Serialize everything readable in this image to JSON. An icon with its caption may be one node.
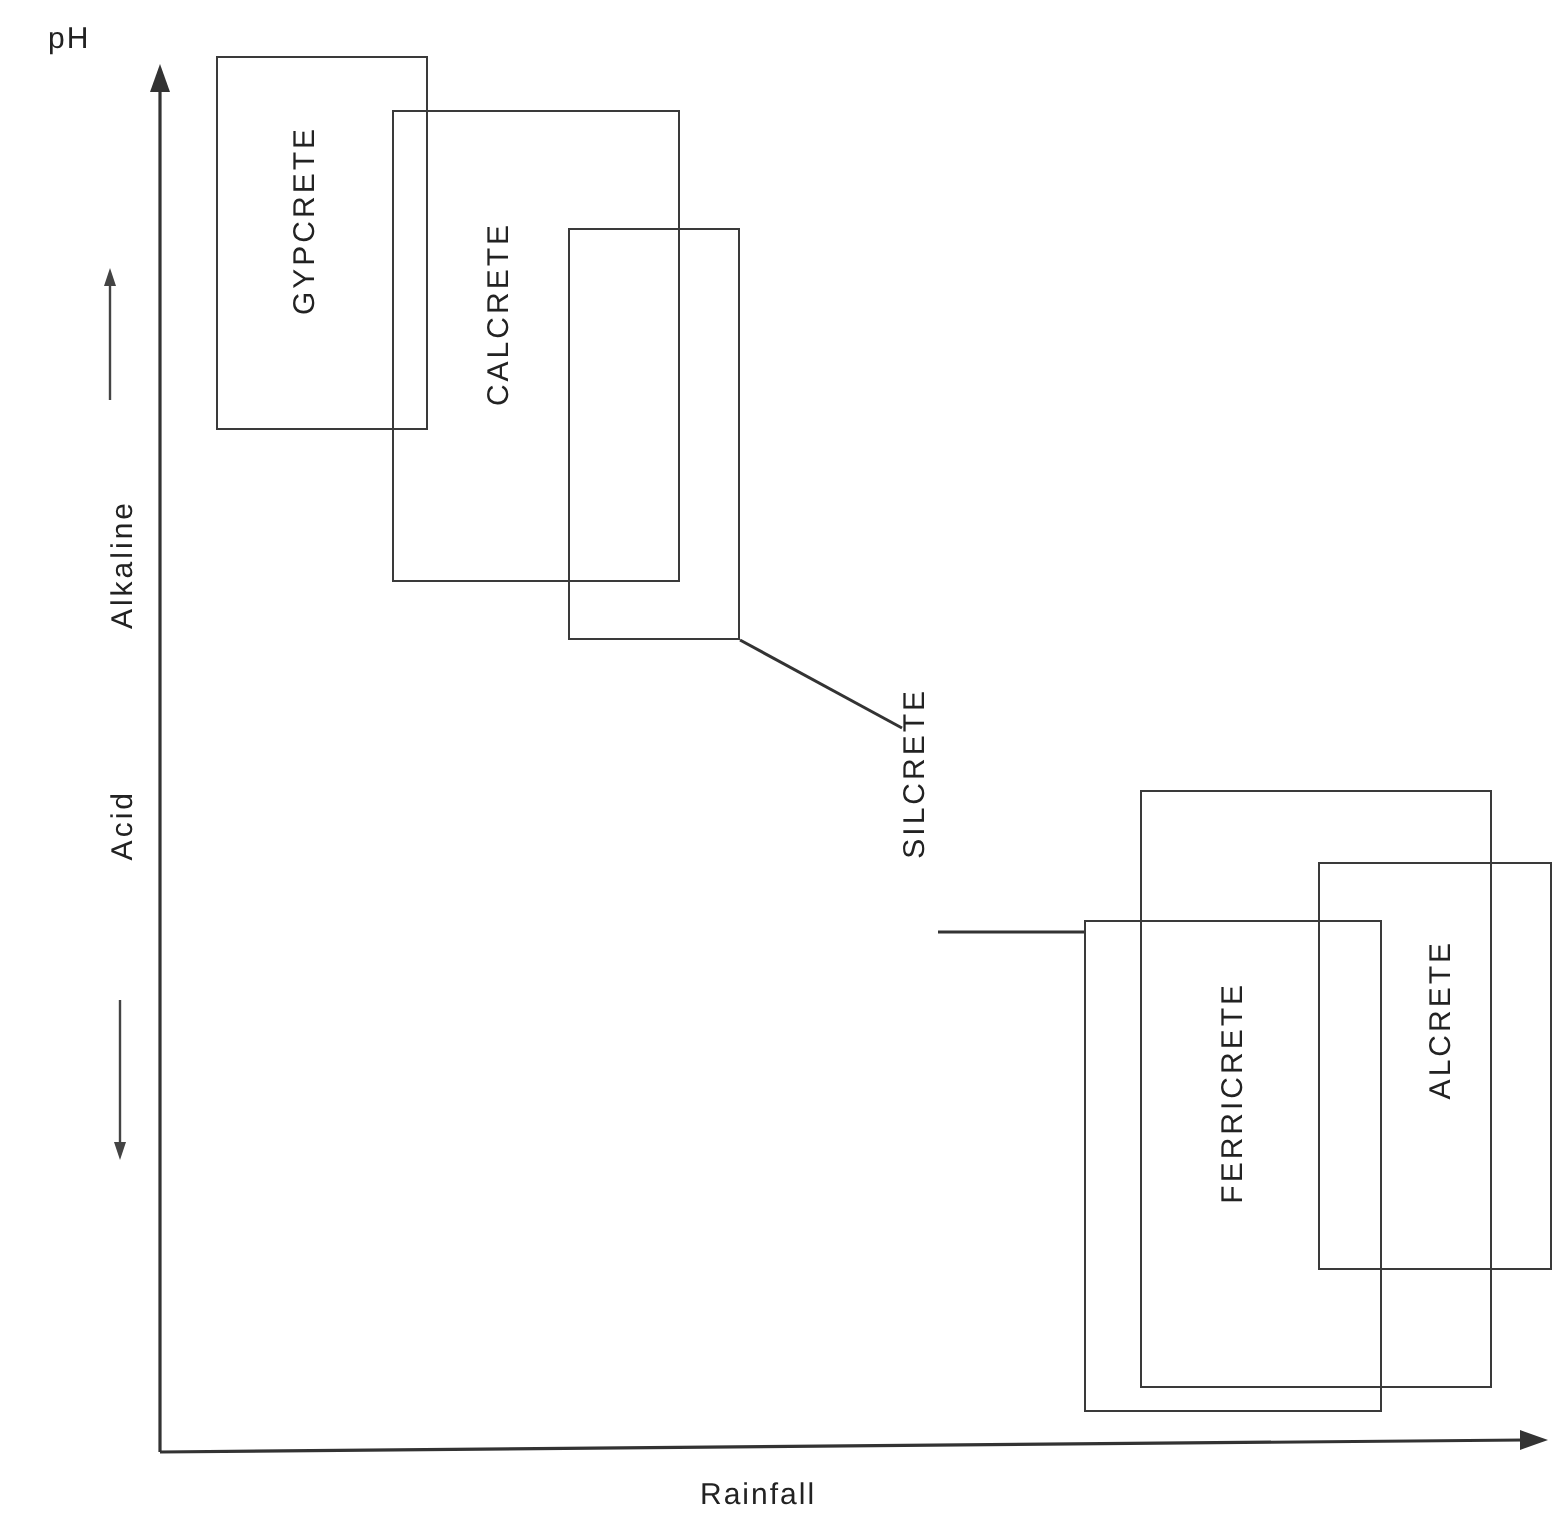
{
  "diagram": {
    "nodes": [
      {
        "text": [
          "GYPCRETE"
        ]
      },
      {
        "text": [
          "CALCRETE"
        ]
      },
      {
        "text": [],
        "shape": "box"
      },
      {
        "text": [
          "SILCRETE"
        ]
      },
      {
        "text": [
          "FERRICRETE"
        ]
      },
      {
        "text": [],
        "shape": "box"
      },
      {
        "text": [
          "ALCRETE"
        ]
      }
    ],
    "edges": [
      {
        "from": 3,
        "to": 2,
        "arrow": "none"
      },
      {
        "from": 3,
        "to": 4,
        "arrow": "none"
      }
    ],
    "labels": [
      "pH",
      "Alkaline",
      "Acid",
      "Rainfall"
    ]
  }
}
